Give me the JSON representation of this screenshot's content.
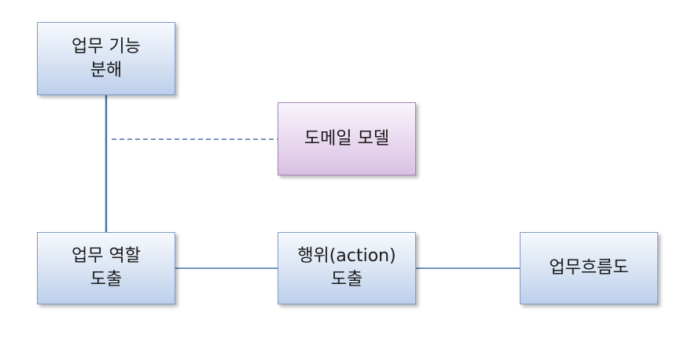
{
  "nodes": {
    "business_function_decomposition": {
      "line1": "업무 기능",
      "line2": "분해"
    },
    "domain_model": {
      "line1": "도메일 모델"
    },
    "business_role_derivation": {
      "line1": "업무 역할",
      "line2": "도출"
    },
    "action_derivation": {
      "line1": "행위(action)",
      "line2": "도출"
    },
    "business_flow_diagram": {
      "line1": "업무흐름도"
    }
  },
  "colors": {
    "connector": "#4a74a8",
    "box_border_blue": "#7f9dc6",
    "box_border_purple": "#a184b6"
  }
}
